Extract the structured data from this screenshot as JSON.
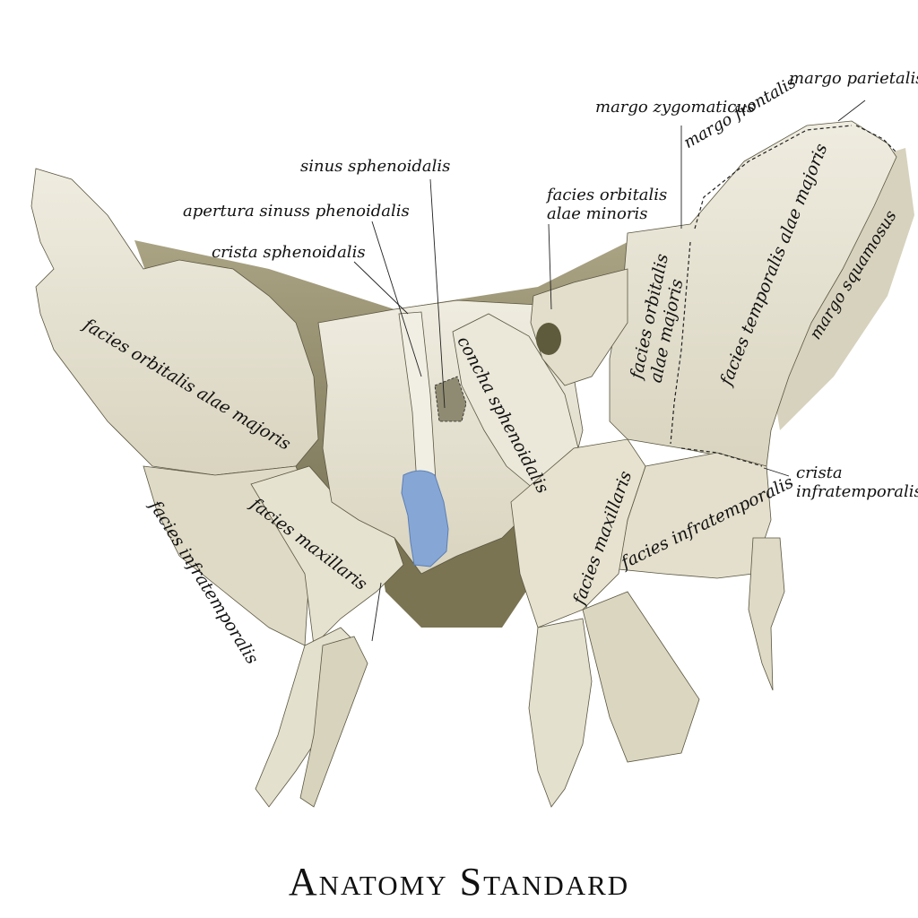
{
  "brand": {
    "name": "Anatomy Standard"
  },
  "labels": {
    "margo_parietalis": "margo parietalis",
    "margo_zygomaticus": "margo zygomaticus",
    "margo_frontalis": "margo frontalis",
    "sinus_sphenoidalis": "sinus sphenoidalis",
    "apertura_sinus": "apertura sinuss phenoidalis",
    "crista_sphenoidalis": "crista sphenoidalis",
    "facies_orbitalis_alae_minoris_1": "facies orbitalis",
    "facies_orbitalis_alae_minoris_2": "alae minoris",
    "facies_orbitalis_alae_majoris_left": "facies orbitalis alae majoris",
    "concha_sphenoidalis": "concha sphenoidalis",
    "facies_orbitalis_alae_majoris_right_1": "facies orbitalis",
    "facies_orbitalis_alae_majoris_right_2": "alae majoris",
    "facies_temporalis_alae_majoris": "facies temporalis alae majoris",
    "margo_squamosus": "margo squamosus",
    "crista_infratemporalis_1": "crista",
    "crista_infratemporalis_2": "infratemporalis",
    "facies_infratemporalis_left": "facies infratemporalis",
    "facies_maxillaris_left": "facies maxillaris",
    "facies_maxillaris_right": "facies maxillaris",
    "facies_infratemporalis_right": "facies infratemporalis"
  },
  "colors": {
    "bone": "#e9e6d6",
    "bone_shadow": "#cfcab3",
    "bone_dark": "#8d8662",
    "sinus_highlight": "#86a6d6",
    "outline": "#222222"
  }
}
